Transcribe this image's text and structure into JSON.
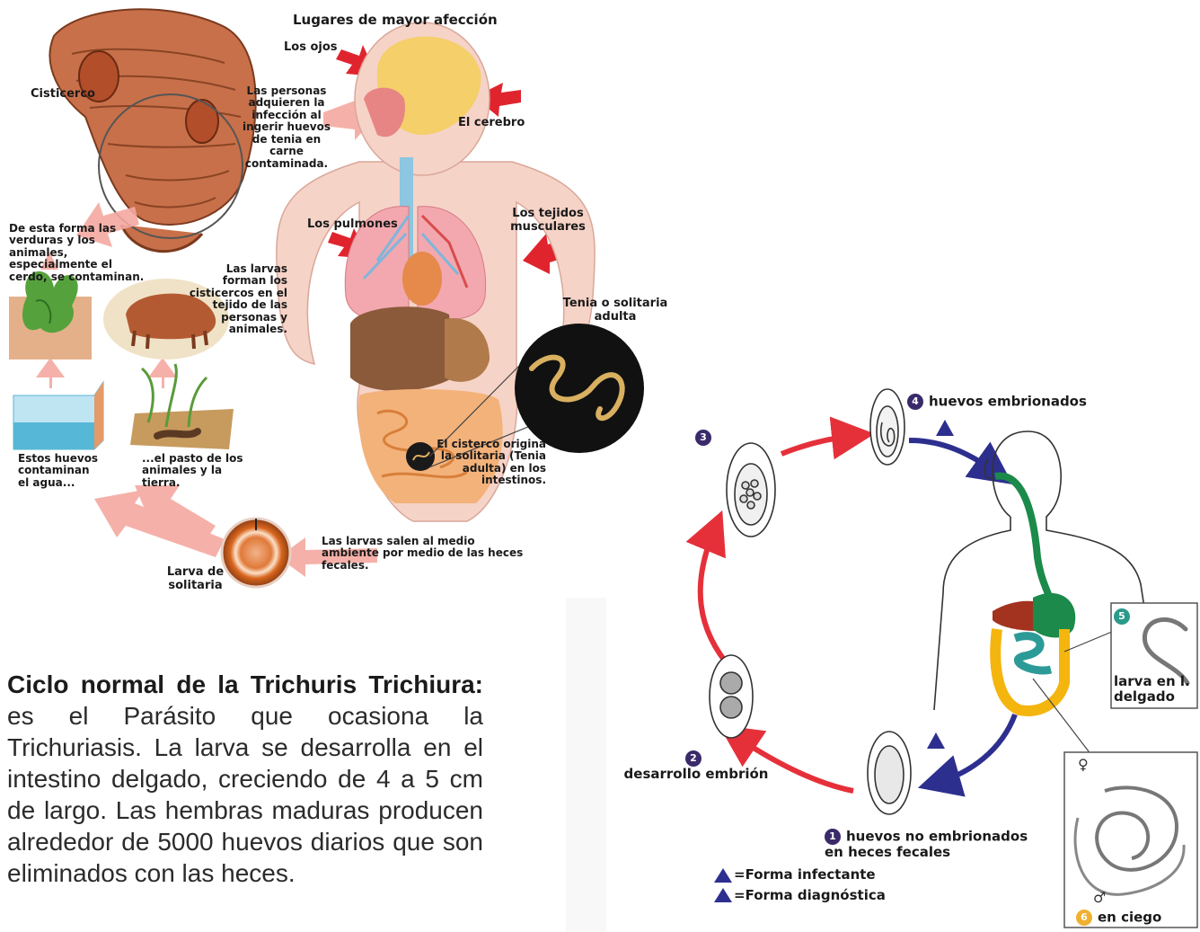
{
  "left_panel": {
    "title": "Lugares de mayor afección",
    "organs": {
      "eyes": "Los ojos",
      "brain": "El cerebro",
      "lungs": "Los pulmones",
      "muscles": "Los tejidos musculares"
    },
    "cysticercus": "Cisticerco",
    "infection_note": "Las personas adquieren la infección al ingerir huevos de tenia en carne contaminada.",
    "contamination_note": "De esta forma las verduras y los animales, especialmente el cerdo, se contaminan.",
    "larvae_form": "Las larvas forman los cisticercos en el tejido de las personas y animales.",
    "adult_tapeworm": "Tenia o solitaria adulta",
    "water_note": "Estos huevos contaminan el agua...",
    "grass_note": "...el pasto de los animales y la tierra.",
    "origin_note": "El cisterco origina la solitaria (Tenia adulta) en los intestinos.",
    "feces_note": "Las larvas salen al medio ambiente por medio de las heces fecales.",
    "larva_label": "Larva de solitaria"
  },
  "paragraph": {
    "title": "Ciclo normal de la Trichuris Trichiura:",
    "body": " es el Parásito que ocasiona la Trichuriasis. La larva se desarrolla en el intestino delgado, creciendo de 4 a 5 cm de largo. Las hembras maduras producen alrededor de 5000 huevos diarios que son eliminados con las heces."
  },
  "cycle": {
    "step1_num": "1",
    "step1": "huevos no embrionados en heces fecales",
    "step2_num": "2",
    "step2": "desarrollo embrión",
    "step3_num": "3",
    "step4_num": "4",
    "step4": "huevos embrionados",
    "step5_num": "5",
    "step5": "larva en l. delgado",
    "step6_num": "6",
    "step6": "en ciego",
    "legend_infectant": "=Forma infectante",
    "legend_diagnostic": "=Forma diagnóstica",
    "female": "♀",
    "male": "♂"
  },
  "colors": {
    "pink_arrow": "#f4a9a0",
    "red_arrow": "#e5303a",
    "blue_arrow": "#2d2f8f",
    "accent_purple": "#3a2a6a"
  }
}
